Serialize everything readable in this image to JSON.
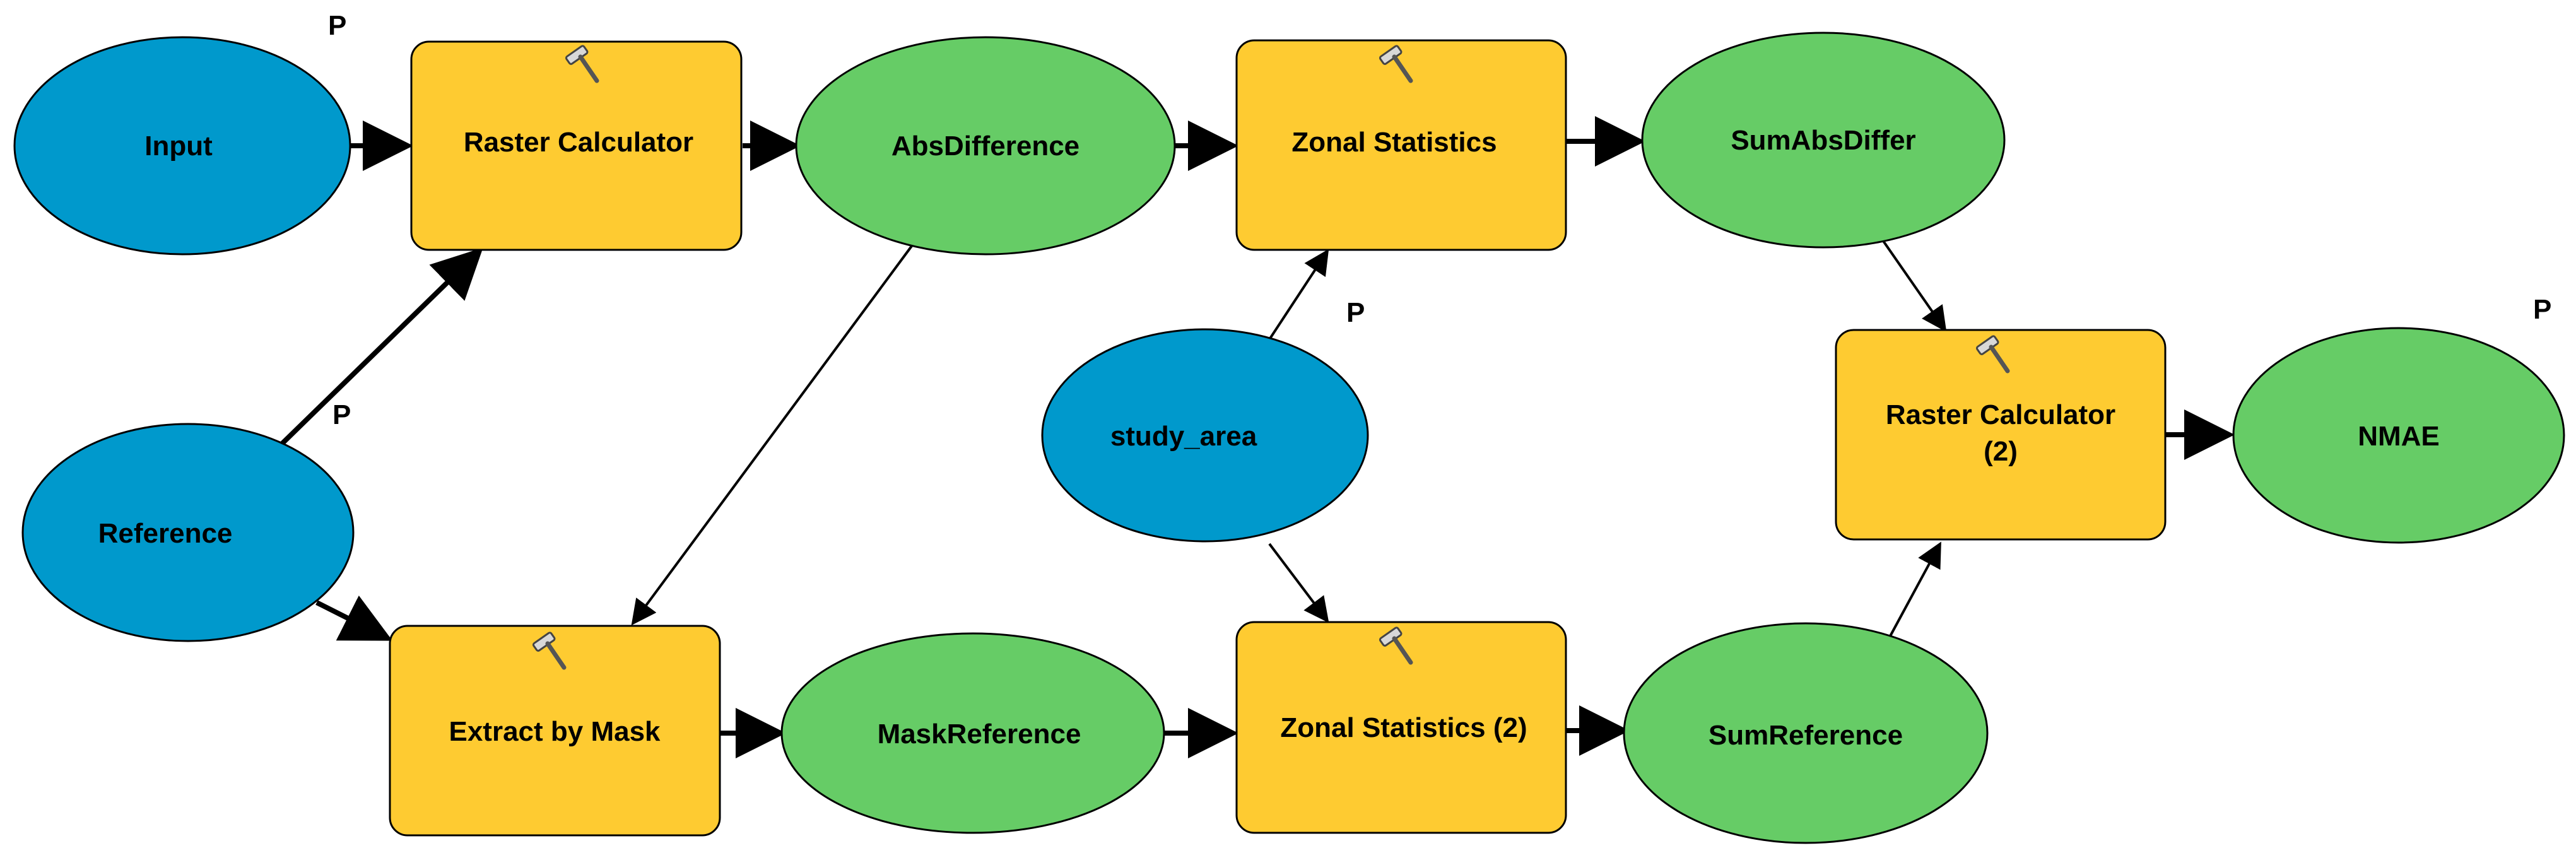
{
  "colors": {
    "input_variable": "#0099cc",
    "tool": "#fecb31",
    "derived_data": "#66cc66",
    "outline": "#000000"
  },
  "inputs": {
    "input": "Input",
    "reference": "Reference",
    "study_area": "study_area"
  },
  "tools": {
    "raster_calculator": "Raster Calculator",
    "zonal_statistics": "Zonal Statistics",
    "extract_by_mask": "Extract by Mask",
    "zonal_statistics_2": "Zonal Statistics (2)",
    "raster_calculator_2_line1": "Raster Calculator",
    "raster_calculator_2_line2": "(2)",
    "tool_icon": "hammer-icon"
  },
  "outputs": {
    "abs_difference": "AbsDifference",
    "sum_abs_differ": "SumAbsDiffer",
    "mask_reference": "MaskReference",
    "sum_reference": "SumReference",
    "nmae": "NMAE"
  },
  "parameter_marker": "P"
}
